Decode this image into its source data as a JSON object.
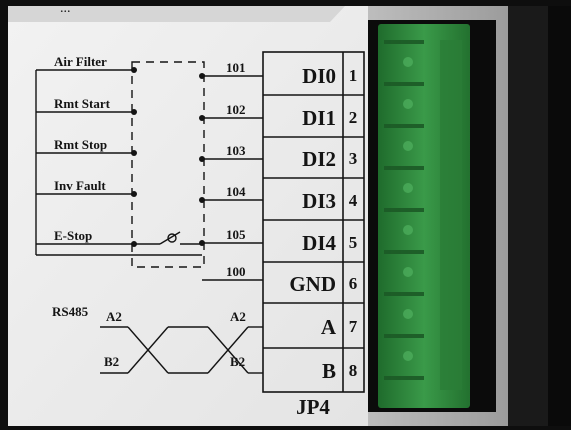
{
  "header_partial": "...",
  "inputs": [
    {
      "label": "Air Filter",
      "wire": "101",
      "signal": "DI0",
      "pin": "1"
    },
    {
      "label": "Rmt Start",
      "wire": "102",
      "signal": "DI1",
      "pin": "2"
    },
    {
      "label": "Rmt Stop",
      "wire": "103",
      "signal": "DI2",
      "pin": "3"
    },
    {
      "label": "Inv Fault",
      "wire": "104",
      "signal": "DI3",
      "pin": "4"
    },
    {
      "label": "E-Stop",
      "wire": "105",
      "signal": "DI4",
      "pin": "5"
    }
  ],
  "ground": {
    "wire": "100",
    "signal": "GND",
    "pin": "6"
  },
  "rs485": {
    "title": "RS485",
    "left_a": "A2",
    "left_b": "B2",
    "right_a": "A2",
    "right_b": "B2",
    "signal_a": "A",
    "pin_a": "7",
    "signal_b": "B",
    "pin_b": "8"
  },
  "connector_label": "JP4",
  "colors": {
    "panel": "#eeeeee",
    "ink": "#141414",
    "terminal_green": "#2f8a3e",
    "terminal_dark": "#1d5c28",
    "frame_dark": "#0e0e0e"
  }
}
